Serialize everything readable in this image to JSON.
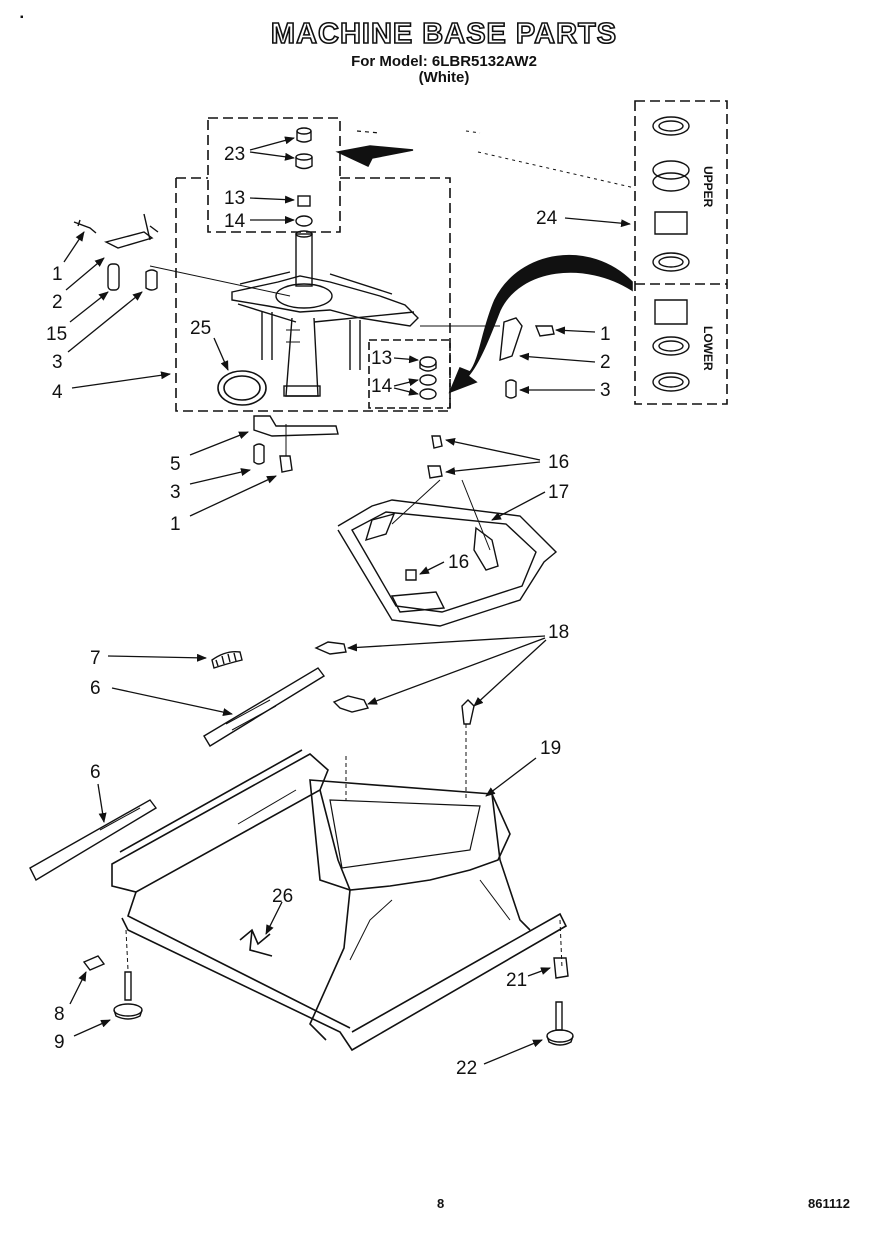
{
  "header": {
    "title": "MACHINE BASE PARTS",
    "model_line": "For Model: 6LBR5132AW2",
    "color_line": "(White)"
  },
  "inset": {
    "upper_label": "UPPER",
    "lower_label": "LOWER"
  },
  "callouts": {
    "c23": "23",
    "c13a": "13",
    "c14a": "14",
    "c24": "24",
    "c1a": "1",
    "c2a": "2",
    "c15": "15",
    "c3a": "3",
    "c4": "4",
    "c25": "25",
    "c13b": "13",
    "c14b": "14",
    "c1b": "1",
    "c2b": "2",
    "c3b": "3",
    "c16a": "16",
    "c17": "17",
    "c16b": "16",
    "c5": "5",
    "c3c": "3",
    "c1c": "1",
    "c18": "18",
    "c7": "7",
    "c6a": "6",
    "c6b": "6",
    "c19": "19",
    "c26": "26",
    "c21": "21",
    "c8": "8",
    "c9": "9",
    "c22": "22"
  },
  "footer": {
    "page_number": "8",
    "code": "861112"
  }
}
